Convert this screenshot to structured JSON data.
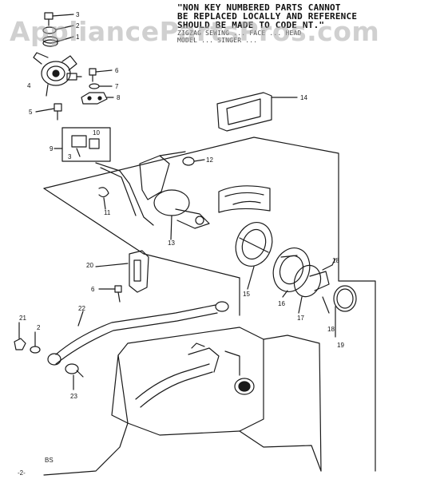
{
  "note": {
    "line1": "\"NON KEY NUMBERED PARTS CANNOT",
    "line2": "BE REPLACED LOCALLY AND REFERENCE",
    "line3": "SHOULD BE MADE TO CODE NT.\"",
    "line4": "ZIGZAG SEWING ... FACE ... HEAD",
    "line5": "MODEL ... SINGER ..."
  },
  "watermark": "AppliancePartsPros.com",
  "callouts": [
    "3",
    "2",
    "1",
    "4",
    "5",
    "6",
    "7",
    "8",
    "9",
    "10",
    "3",
    "11",
    "12",
    "13",
    "14",
    "15",
    "16",
    "17",
    "18",
    "18",
    "19",
    "20",
    "6",
    "21",
    "2",
    "22",
    "23"
  ],
  "footer": {
    "code": "BS",
    "page": "-2-"
  }
}
